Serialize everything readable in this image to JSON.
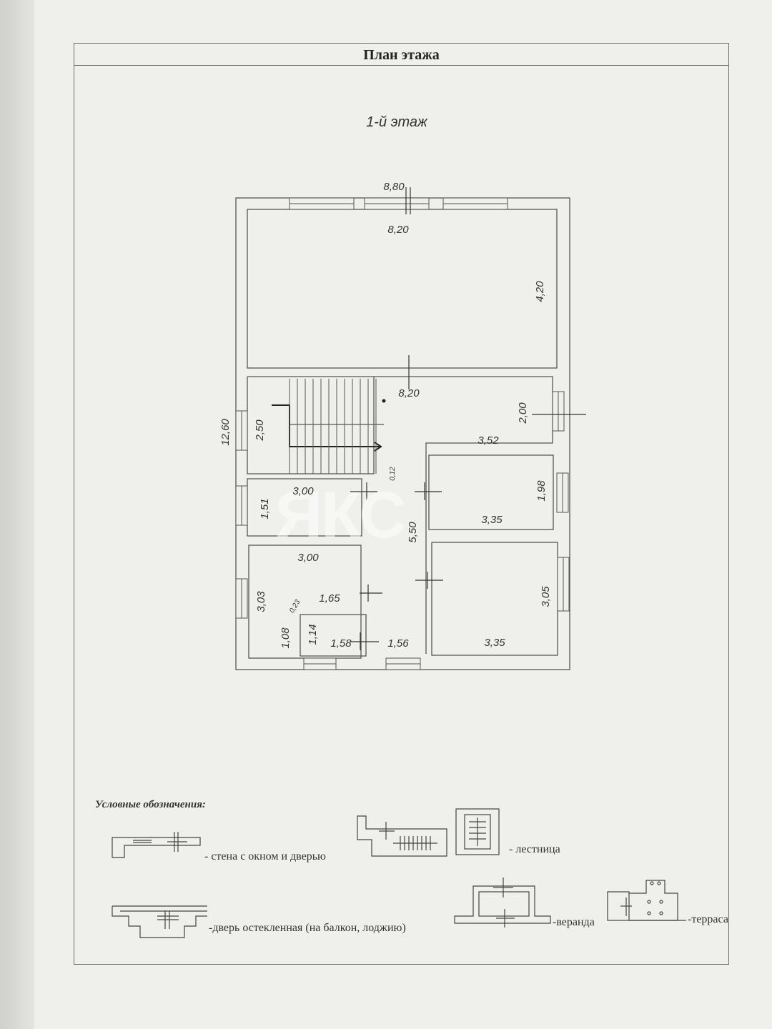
{
  "document": {
    "title": "План этажа",
    "floor_label": "1-й этаж",
    "watermark": "ЯКС"
  },
  "dimensions": {
    "outer_width": "8,80",
    "hall_width": "8,20",
    "hall_depth": "4,20",
    "total_length": "12,60",
    "corridor_width": "8,20",
    "stair_length": "2,50",
    "corridor_depth": "2,00",
    "corridor_right_width": "3,52",
    "wall_gap": "0,12",
    "small_room_width": "3,00",
    "small_room_depth": "1,51",
    "bedroom1_depth": "1,98",
    "bedroom1_width": "3,35",
    "central_length": "5,50",
    "left_room_width": "3,00",
    "left_room_depth": "3,03",
    "bath_depth": "1,65",
    "bath_gap": "0,23",
    "closet_left": "1,08",
    "closet_depth": "1,14",
    "closet_width": "1,58",
    "entry_width": "1,56",
    "bedroom2_depth": "3,05",
    "bedroom2_width": "3,35"
  },
  "legend": {
    "title": "Условные обозначения:",
    "wall_window_door": "- стена с окном и дверью",
    "stairs": "- лестница",
    "glazed_door": "-дверь остекленная (на балкон, лоджию)",
    "veranda": "-веранда",
    "terrace": "-терраса"
  }
}
